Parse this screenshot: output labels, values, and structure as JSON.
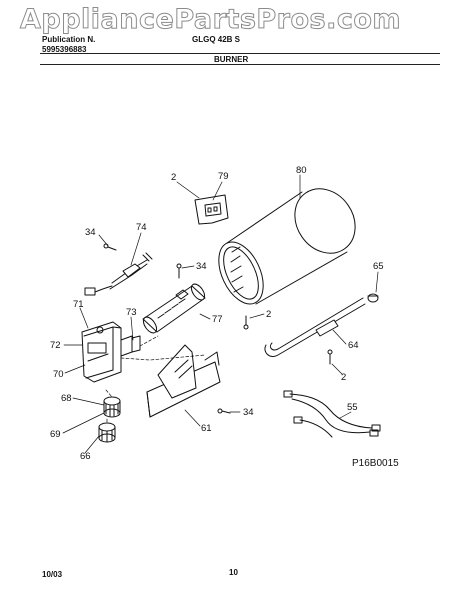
{
  "header": {
    "watermark": "AppliancePartsPros.com",
    "publication_label": "Publication N.",
    "publication_number": "5995396883",
    "series_label": "GLGQ 42B S",
    "section_title": "BURNER"
  },
  "diagram": {
    "callouts": [
      "2",
      "79",
      "80",
      "34",
      "74",
      "34",
      "65",
      "71",
      "73",
      "77",
      "2",
      "72",
      "64",
      "70",
      "2",
      "68",
      "34",
      "55",
      "69",
      "61",
      "66"
    ],
    "code": "P16B0015"
  },
  "footer": {
    "date": "10/03",
    "page_number": "10"
  },
  "colors": {
    "line": "#111111",
    "watermark_outline": "#8c8c8c"
  }
}
